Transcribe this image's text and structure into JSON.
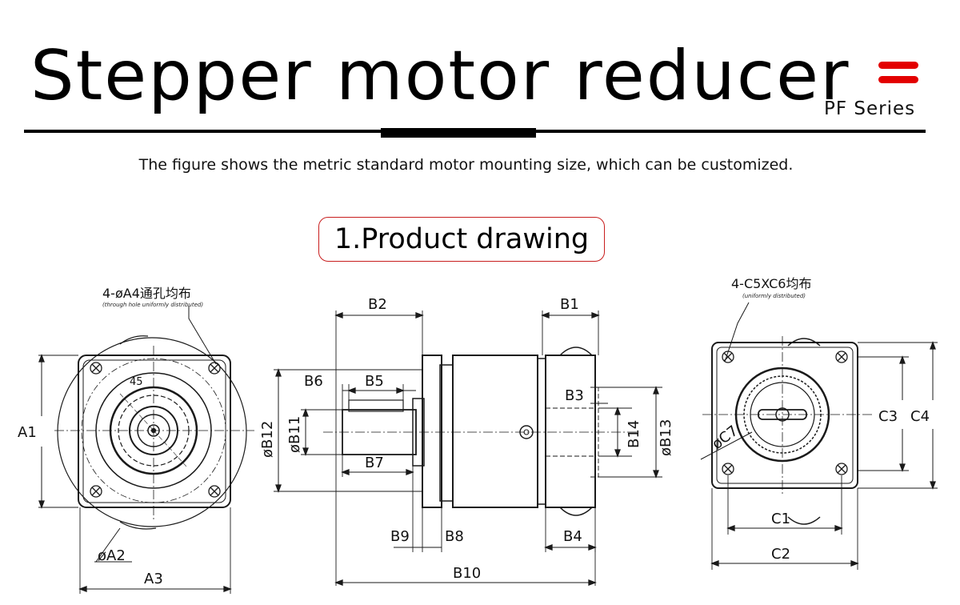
{
  "header": {
    "title": "Stepper motor reducer",
    "series": "PF Series",
    "subtitle": "The figure shows the metric standard motor mounting size, which can be customized.",
    "section": "1.Product drawing",
    "accent_color": "#e30000"
  },
  "drawing": {
    "left_view": {
      "hole_note": "4-øA4通孔均布",
      "hole_note_small": "(through hole uniformly distributed)",
      "angle": "45",
      "a1": "A1",
      "a2": "øA2",
      "a3": "A3"
    },
    "side_view": {
      "b1": "B1",
      "b2": "B2",
      "b3": "B3",
      "b4": "B4",
      "b5": "B5",
      "b6": "B6",
      "b7": "B7",
      "b8": "B8",
      "b9": "B9",
      "b10": "B10",
      "b11": "øB11",
      "b12": "øB12",
      "b13": "øB13",
      "b14": "B14"
    },
    "right_view": {
      "thread_note": "4-C5XC6均布",
      "thread_note_small": "(uniformly distributed)",
      "c1": "C1",
      "c2": "C2",
      "c3": "C3",
      "c4": "C4",
      "c7": "øC7"
    }
  }
}
